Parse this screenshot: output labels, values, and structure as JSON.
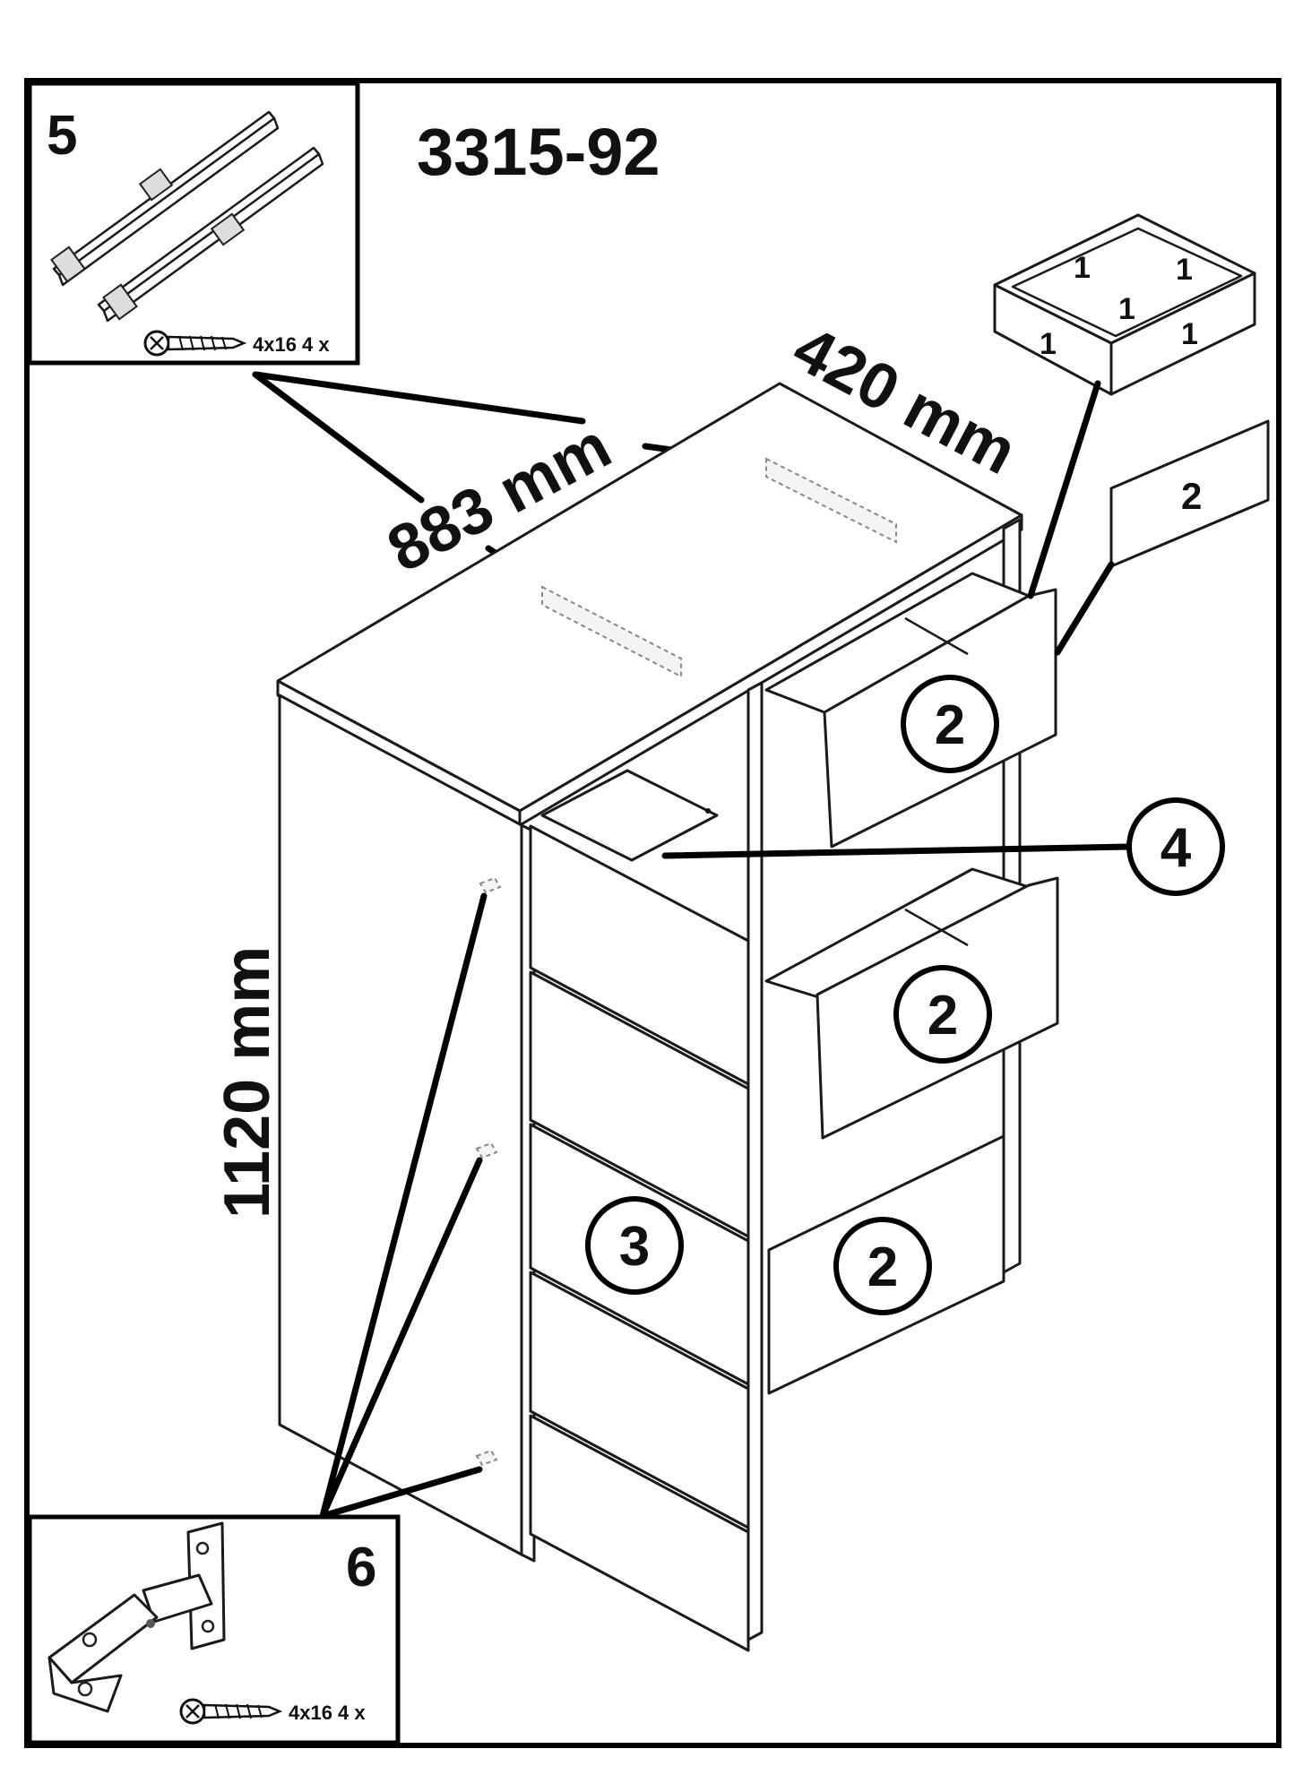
{
  "product_code": "3315-92",
  "dimensions": {
    "width": "883 mm",
    "depth": "420 mm",
    "height": "1120 mm"
  },
  "parts": {
    "drawer_box_label": "1",
    "drawer_front_label": "2",
    "door_label": "3",
    "shelf_label": "4"
  },
  "hardware": [
    {
      "number": "5",
      "name": "drawer-slide",
      "screw_spec": "4x16 4 x"
    },
    {
      "number": "6",
      "name": "hinge",
      "screw_spec": "4x16 4 x"
    }
  ]
}
